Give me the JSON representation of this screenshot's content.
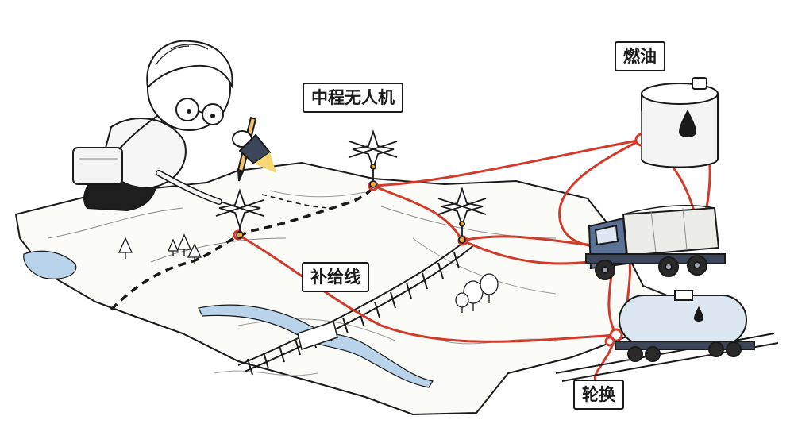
{
  "labels": {
    "fuel": "燃油",
    "drone": "中程无人机",
    "supply_line": "补给线",
    "rotation": "轮换"
  },
  "colors": {
    "ink": "#1a1a1a",
    "rope": "#d23a2a",
    "water": "#b9d3ea",
    "paper": "#fbfbf8",
    "truck_cab": "#5b7296",
    "tank_car": "#dde7f2"
  }
}
